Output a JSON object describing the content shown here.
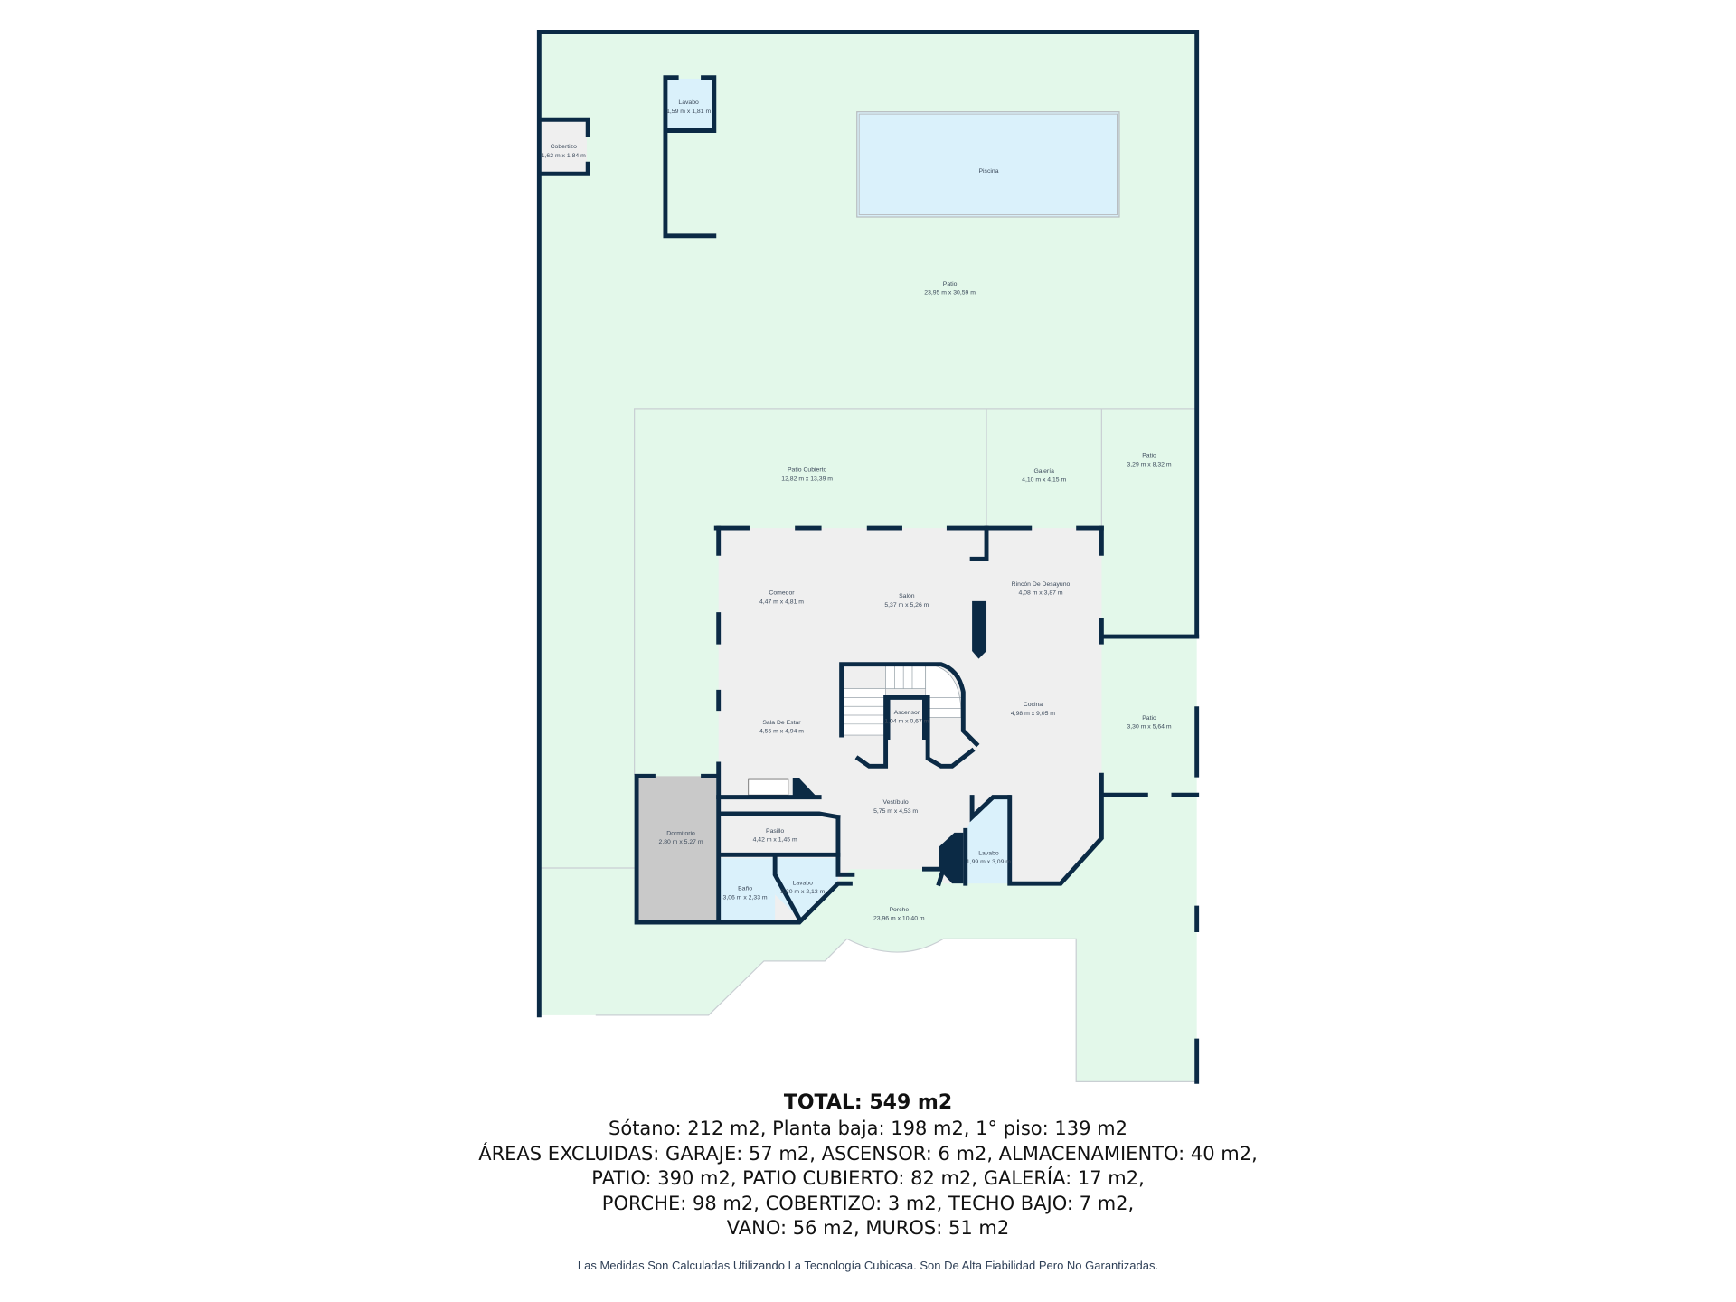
{
  "colors": {
    "wall": "#0b2a45",
    "outdoor": "#e3f8ea",
    "interior": "#efefef",
    "wet_room": "#daf1fb",
    "bedroom": "#c9c9c9",
    "label": "#3d4b5c"
  },
  "rooms": {
    "cobertizo": {
      "name": "Cobertizo",
      "size": "1,62 m x 1,84 m"
    },
    "lavabo_ext": {
      "name": "Lavabo",
      "size": "1,59 m x 1,81 m"
    },
    "piscina": {
      "name": "Piscina"
    },
    "patio_main": {
      "name": "Patio",
      "size": "23,95 m x 30,59 m"
    },
    "patio_cubierto": {
      "name": "Patio Cubierto",
      "size": "12,82 m x 13,39 m"
    },
    "galeria": {
      "name": "Galería",
      "size": "4,10 m x 4,15 m"
    },
    "patio_ne": {
      "name": "Patio",
      "size": "3,29 m x 8,32 m"
    },
    "comedor": {
      "name": "Comedor",
      "size": "4,47 m x 4,81 m"
    },
    "salon": {
      "name": "Salón",
      "size": "5,37 m x 5,26 m"
    },
    "rincon": {
      "name": "Rincón De Desayuno",
      "size": "4,08 m x 3,87 m"
    },
    "cocina": {
      "name": "Cocina",
      "size": "4,98 m x 9,05 m"
    },
    "patio_e": {
      "name": "Patio",
      "size": "3,30 m x 5,64 m"
    },
    "ascensor": {
      "name": "Ascensor",
      "size": "1,04 m x 0,67 m"
    },
    "sala_estar": {
      "name": "Sala De Estar",
      "size": "4,55 m x 4,94 m"
    },
    "vestibulo": {
      "name": "Vestíbulo",
      "size": "5,75 m x 4,53 m"
    },
    "dormitorio": {
      "name": "Dormitorio",
      "size": "2,80 m x 5,27 m"
    },
    "pasillo": {
      "name": "Pasillo",
      "size": "4,42 m x 1,45 m"
    },
    "lavabo_e": {
      "name": "Lavabo",
      "size": "1,99 m x 3,09 m"
    },
    "bano": {
      "name": "Baño",
      "size": "3,06 m x 2,33 m"
    },
    "lavabo_w": {
      "name": "Lavabo",
      "size": "2,30 m x 2,13 m"
    },
    "porche": {
      "name": "Porche",
      "size": "23,96 m x 10,40 m"
    }
  },
  "summary": {
    "total": "TOTAL: 549 m2",
    "lines": [
      "Sótano: 212 m2, Planta baja: 198 m2, 1° piso: 139 m2",
      "ÁREAS EXCLUIDAS: GARAJE: 57 m2, ASCENSOR: 6 m2, ALMACENAMIENTO: 40 m2,",
      "PATIO: 390 m2, PATIO CUBIERTO: 82 m2, GALERÍA: 17 m2,",
      "PORCHE: 98 m2, COBERTIZO: 3 m2, TECHO BAJO: 7 m2,",
      "VANO: 56 m2, MUROS: 51 m2"
    ],
    "disclaimer": "Las Medidas Son Calculadas Utilizando La Tecnología Cubicasa. Son De Alta Fiabilidad Pero No Garantizadas."
  }
}
